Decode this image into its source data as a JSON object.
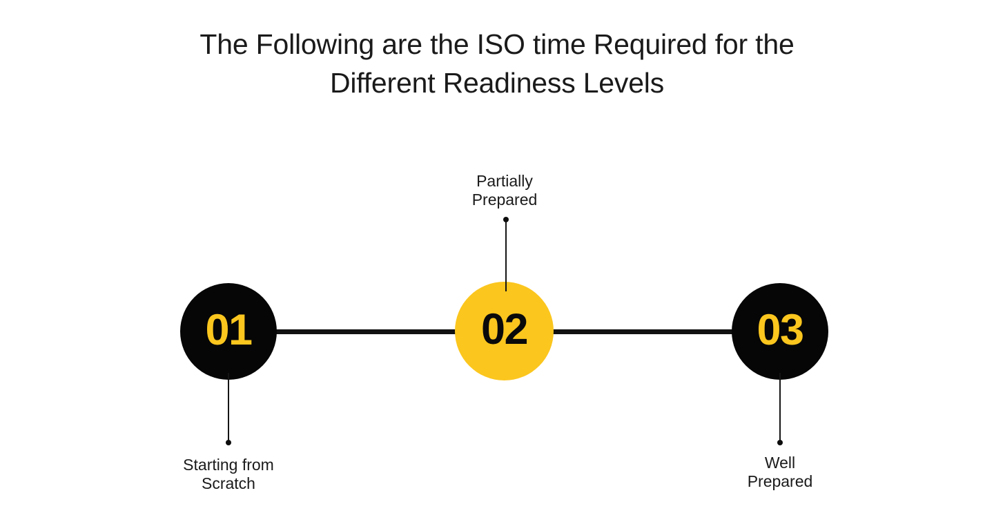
{
  "page": {
    "background_color": "#ffffff",
    "title": "The Following are the ISO time Required for the\nDifferent Readiness Levels"
  },
  "theme": {
    "accent_color": "#fbc61e",
    "dark_color": "#060606",
    "text_color": "#1a1a1a",
    "line_color": "#141414"
  },
  "timeline": {
    "steps": [
      {
        "number": "01",
        "caption": "Starting from\nScratch",
        "style": "dark",
        "caption_position": "below"
      },
      {
        "number": "02",
        "caption": "Partially\nPrepared",
        "style": "accent",
        "caption_position": "above"
      },
      {
        "number": "03",
        "caption": "Well\nPrepared",
        "style": "dark",
        "caption_position": "below"
      }
    ]
  }
}
